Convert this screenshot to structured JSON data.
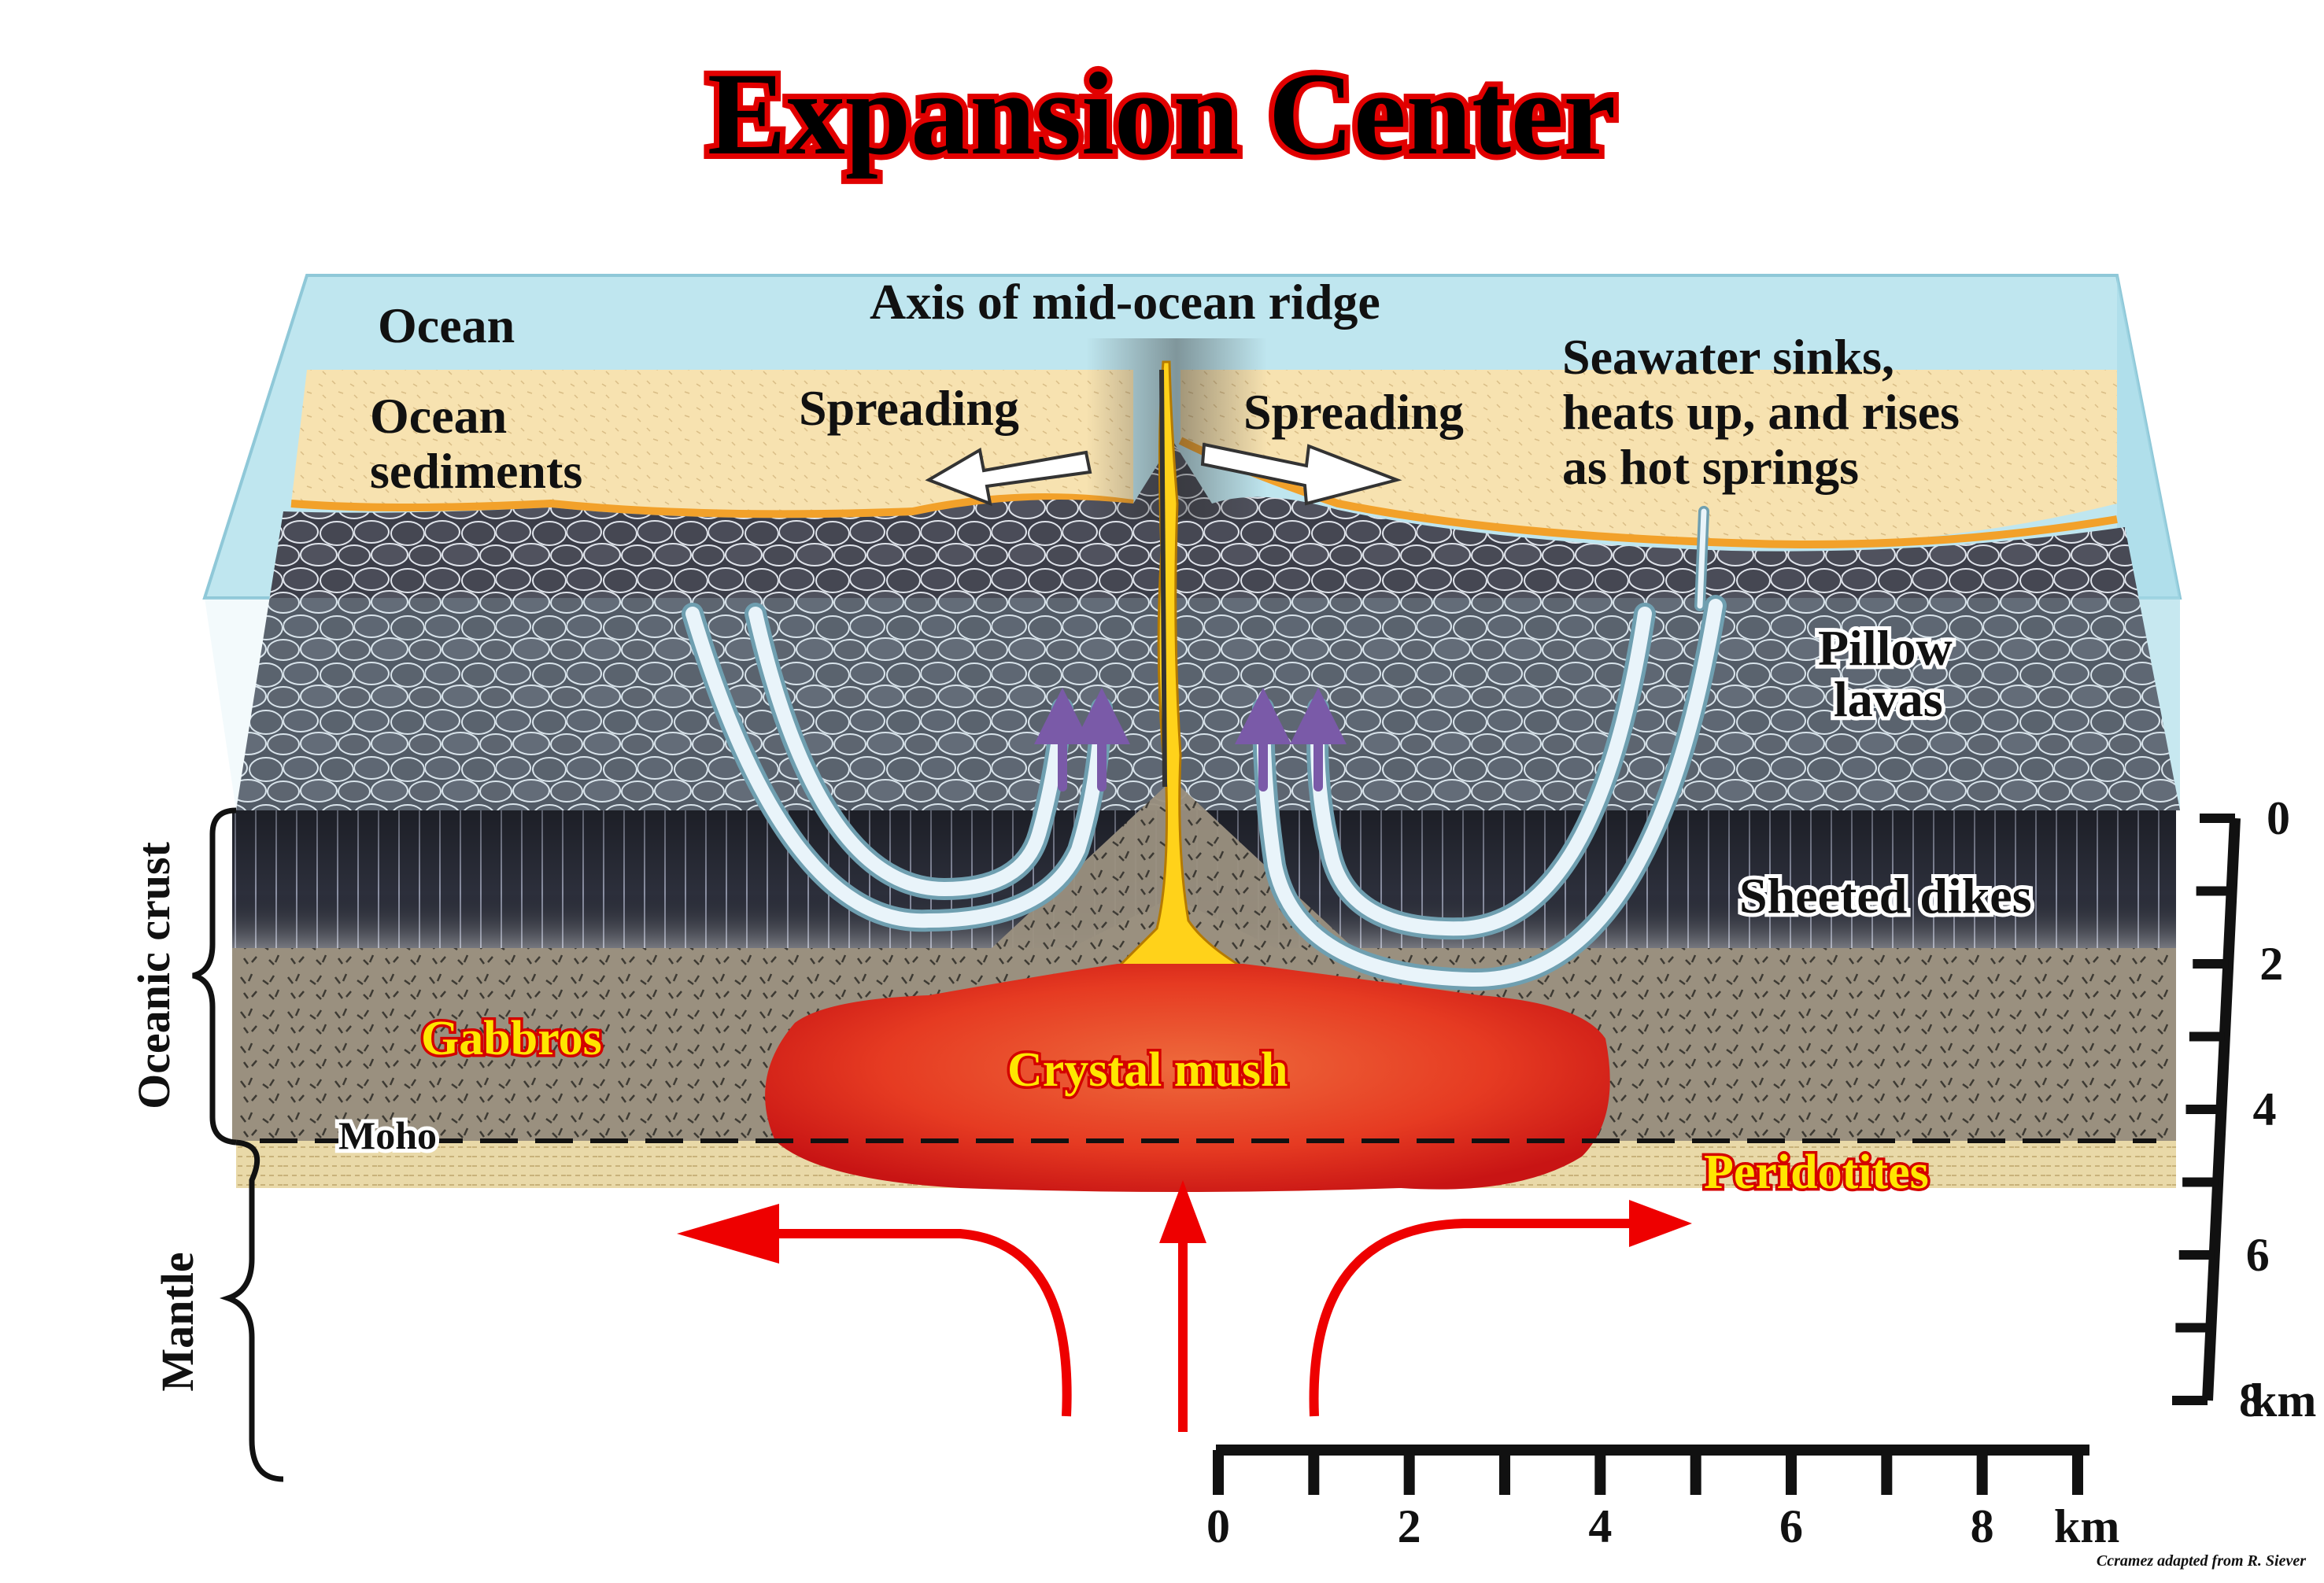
{
  "title": "Expansion Center",
  "labels": {
    "ocean": "Ocean",
    "axis": "Axis of mid-ocean ridge",
    "sediments_line1": "Ocean",
    "sediments_line2": "sediments",
    "spreading_left": "Spreading",
    "spreading_right": "Spreading",
    "seawater_line1": "Seawater sinks,",
    "seawater_line2": "heats up, and rises",
    "seawater_line3": "as hot springs",
    "pillow_line1": "Pillow",
    "pillow_line2": "lavas",
    "sheeted_dikes": "Sheeted dikes",
    "gabbros": "Gabbros",
    "crystal_mush": "Crystal mush",
    "moho": "Moho",
    "peridotites": "Peridotites",
    "oceanic_crust": "Oceanic crust",
    "mantle": "Mantle",
    "credit": "Ccramez adapted from R. Siever"
  },
  "vertical_scale": {
    "ticks": [
      "0",
      "2",
      "4",
      "6",
      "8"
    ],
    "unit": "km"
  },
  "horizontal_scale": {
    "ticks": [
      "0",
      "2",
      "4",
      "6",
      "8"
    ],
    "unit": "km"
  },
  "colors": {
    "title_outline": "#e10000",
    "ocean": "#bfe6ef",
    "sediments": "#f7e2b0",
    "sediment_edge": "#f2a12a",
    "pillow_lava": "#3b3d48",
    "sheeted_dikes": "#2a2d38",
    "gabbro": "#9a907f",
    "peridotite": "#e9d9a8",
    "magma": "#e63b22",
    "mantle_flow": "#ee0000"
  }
}
